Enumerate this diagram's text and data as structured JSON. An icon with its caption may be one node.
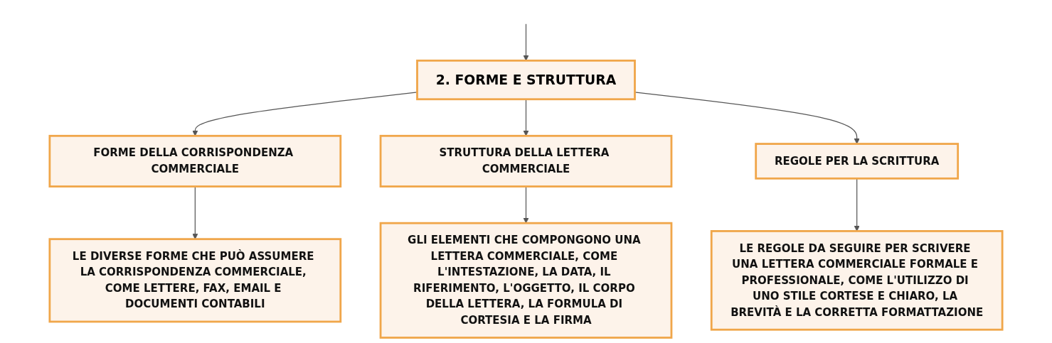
{
  "diagram": {
    "nodes": [
      {
        "text": [
          "2. FORME E STRUTTURA"
        ]
      },
      {
        "text": [
          "FORME DELLA CORRISPONDENZA COMMERCIALE"
        ]
      },
      {
        "text": [
          "STRUTTURA DELLA LETTERA COMMERCIALE"
        ]
      },
      {
        "text": [
          "REGOLE PER LA SCRITTURA"
        ]
      },
      {
        "text": [
          "LE DIVERSE FORME CHE PUÒ ASSUMERE LA CORRISPONDENZA COMMERCIALE, COME LETTERE, FAX, EMAIL E DOCUMENTI CONTABILI"
        ]
      },
      {
        "text": [
          "GLI ELEMENTI CHE COMPONGONO UNA LETTERA COMMERCIALE, COME L'INTESTAZIONE, LA DATA, IL RIFERIMENTO, L'OGGETTO, IL CORPO DELLA LETTERA, LA FORMULA DI CORTESIA E LA FIRMA"
        ]
      },
      {
        "text": [
          "LE REGOLE DA SEGUIRE PER SCRIVERE UNA LETTERA COMMERCIALE FORMALE E PROFESSIONALE, COME L'UTILIZZO DI UNO STILE CORTESE E CHIARO, LA BREVITÀ E LA CORRETTA FORMATTAZIONE"
        ]
      }
    ],
    "edges": [
      {
        "from": null,
        "to": 0,
        "arrow": "to"
      },
      {
        "from": 0,
        "to": 1,
        "arrow": "to"
      },
      {
        "from": 0,
        "to": 2,
        "arrow": "to"
      },
      {
        "from": 0,
        "to": 3,
        "arrow": "to"
      },
      {
        "from": 1,
        "to": 4,
        "arrow": "to"
      },
      {
        "from": 2,
        "to": 5,
        "arrow": "to"
      },
      {
        "from": 3,
        "to": 6,
        "arrow": "to"
      }
    ]
  }
}
